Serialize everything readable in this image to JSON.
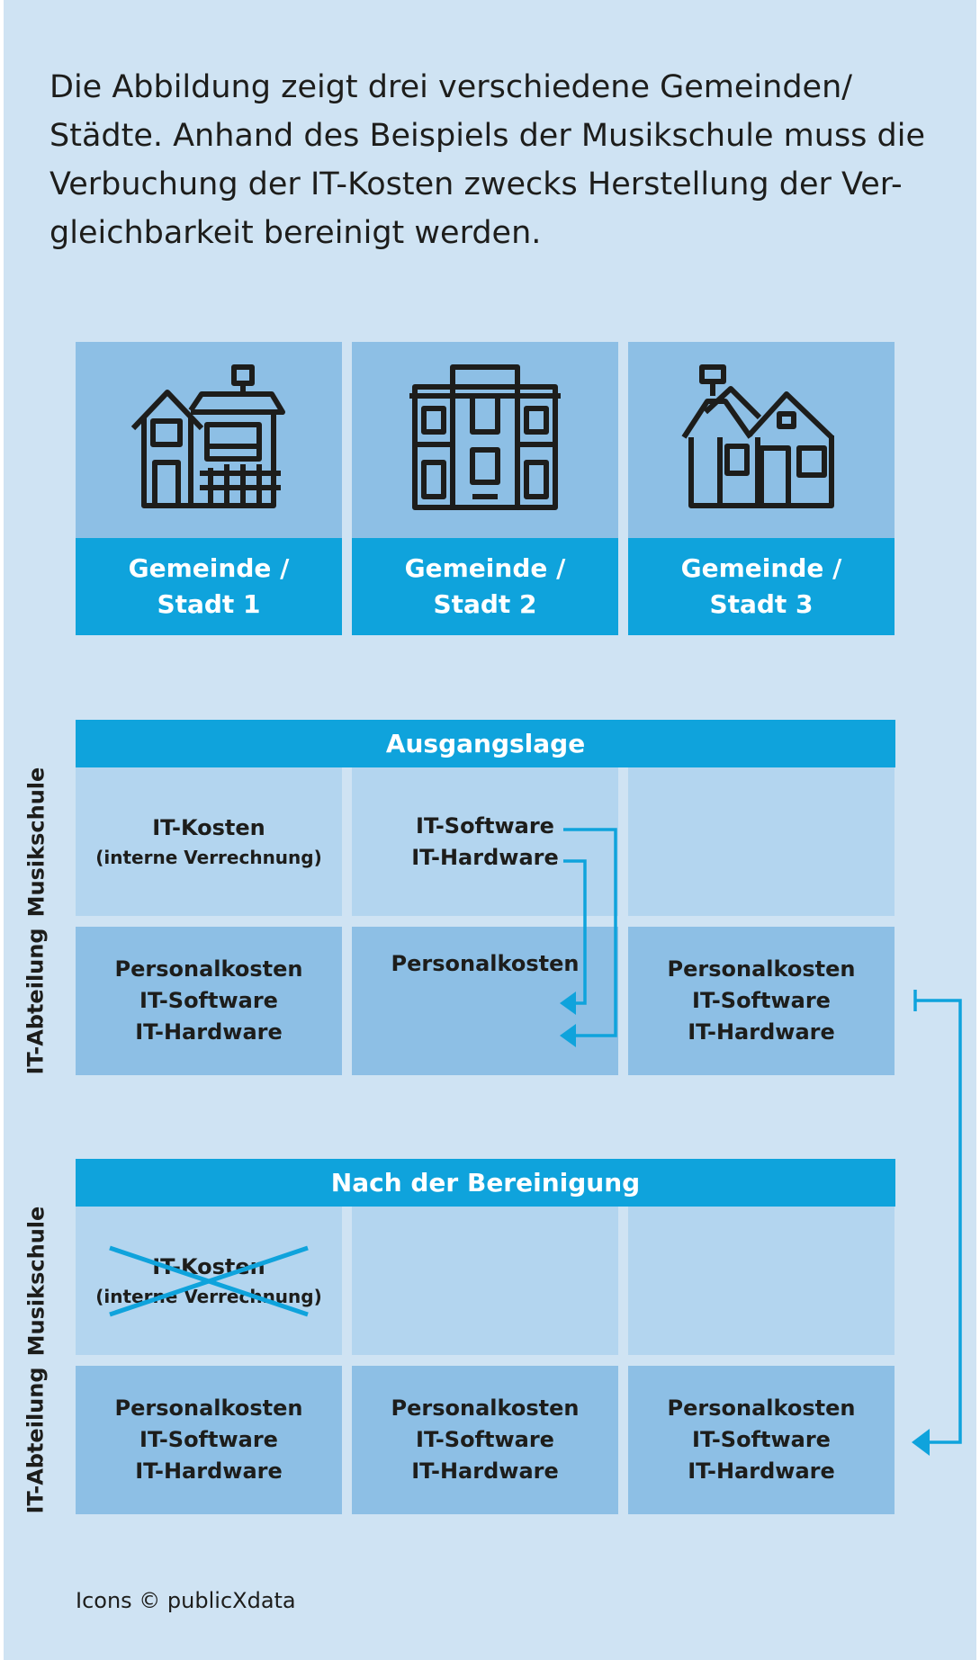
{
  "intro": {
    "line1": "Die Abbildung zeigt drei verschiedene Gemeinden/",
    "line2": "Städte. Anhand des Beispiels der Musikschule muss die",
    "line3": "Verbuchung der IT-Kosten zwecks Herstellung der Ver-",
    "line4": "gleichbarkeit bereinigt werden."
  },
  "municipalities": [
    {
      "l1": "Gemeinde /",
      "l2": "Stadt 1",
      "icon": "house-icon"
    },
    {
      "l1": "Gemeinde /",
      "l2": "Stadt 2",
      "icon": "apartment-building-icon"
    },
    {
      "l1": "Gemeinde /",
      "l2": "Stadt 3",
      "icon": "cottage-icon"
    }
  ],
  "row_labels": {
    "music_school": "Musikschule",
    "it_department": "IT-Abteilung"
  },
  "sections": {
    "initial": {
      "title": "Ausgangslage",
      "music": {
        "c1": {
          "l1": "IT-Kosten",
          "l2": "(interne Verrechnung)"
        },
        "c2": {
          "l1": "IT-Software",
          "l2": "IT-Hardware"
        }
      },
      "it": {
        "c1": {
          "l1": "Personalkosten",
          "l2": "IT-Software",
          "l3": "IT-Hardware"
        },
        "c2": {
          "l1": "Personalkosten"
        },
        "c3": {
          "l1": "Personalkosten",
          "l2": "IT-Software",
          "l3": "IT-Hardware"
        }
      }
    },
    "adjusted": {
      "title": "Nach der Bereinigung",
      "music": {
        "c1": {
          "l1": "IT-Kosten",
          "l2": "(interne Verrechnung)",
          "status": "crossed-out"
        }
      },
      "it": {
        "c1": {
          "l1": "Personalkosten",
          "l2": "IT-Software",
          "l3": "IT-Hardware"
        },
        "c2": {
          "l1": "Personalkosten",
          "l2": "IT-Software",
          "l3": "IT-Hardware"
        },
        "c3": {
          "l1": "Personalkosten",
          "l2": "IT-Software",
          "l3": "IT-Hardware"
        }
      }
    }
  },
  "credit": "Icons © publicXdata",
  "colors": {
    "background": "#cfe3f3",
    "accent": "#0fa3dc",
    "cell_mid": "#8dbfe5",
    "cell_light": "#b3d5ef",
    "text": "#1d1d1b"
  }
}
